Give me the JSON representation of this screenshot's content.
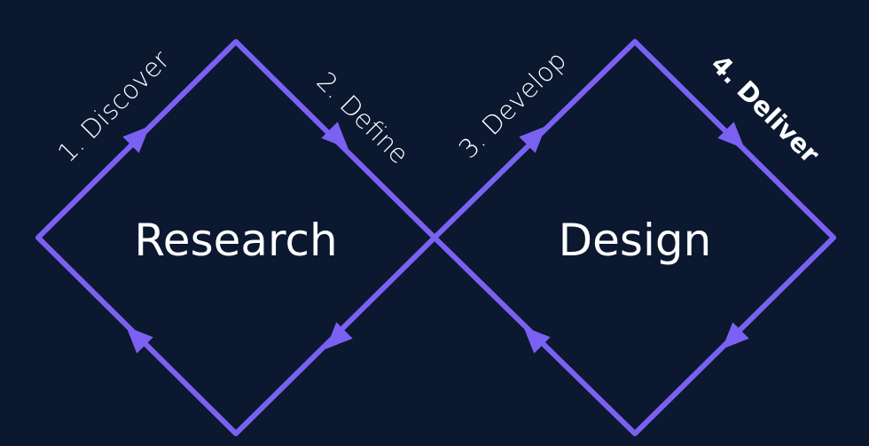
{
  "diagram": {
    "colors": {
      "background": "#0b1830",
      "stroke": "#7b61f2",
      "text": "#ffffff"
    },
    "diamonds": [
      {
        "id": "research",
        "label": "Research"
      },
      {
        "id": "design",
        "label": "Design"
      }
    ],
    "phases": [
      {
        "id": "discover",
        "label": "1. Discover",
        "emphasis": false
      },
      {
        "id": "define",
        "label": "2. Define",
        "emphasis": false
      },
      {
        "id": "develop",
        "label": "3. Develop",
        "emphasis": false
      },
      {
        "id": "deliver",
        "label": "4. Deliver",
        "emphasis": true
      }
    ]
  }
}
